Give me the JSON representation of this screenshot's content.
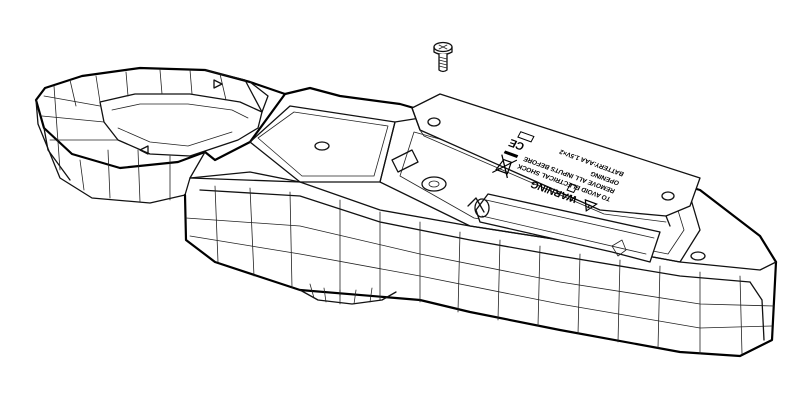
{
  "label": {
    "lines": [
      "WARNING",
      "TO AVOID ELECTRICAL SHOCK",
      "REMOVE ALL INPUTS BEFORE",
      "OPENING",
      "BATTERY:AAA 1.5V×2"
    ],
    "ce_mark": "CE",
    "warning_symbol": "warning-triangle-icon",
    "disposal_symbol": "crossed-bin-icon"
  },
  "colors": {
    "line": "#111111",
    "background": "#ffffff"
  }
}
